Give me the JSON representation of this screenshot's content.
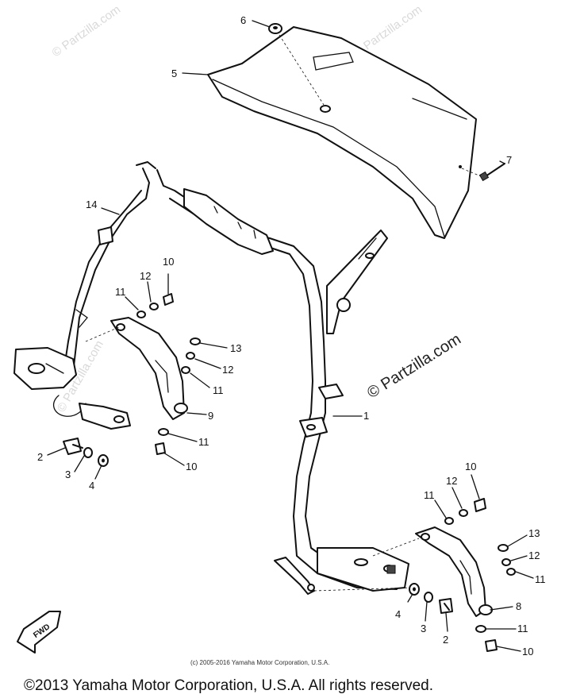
{
  "callouts": [
    "1",
    "2",
    "3",
    "4",
    "5",
    "6",
    "7",
    "8",
    "9",
    "10",
    "11",
    "12",
    "13",
    "14"
  ],
  "labels": {
    "p1": "1",
    "p2a": "2",
    "p3a": "3",
    "p4a": "4",
    "p2b": "2",
    "p3b": "3",
    "p4b": "4",
    "p5": "5",
    "p6": "6",
    "p7": "7",
    "p8": "8",
    "p9": "9",
    "p10a": "10",
    "p11a": "11",
    "p12a": "12",
    "p13b": "13",
    "p12b": "12",
    "p11b": "11",
    "p11c": "11",
    "p10c": "10",
    "p10d": "10",
    "p12d": "12",
    "p11d": "11",
    "p13e": "13",
    "p12e": "12",
    "p11e": "11",
    "p11f": "11",
    "p10f": "10",
    "p14": "14"
  },
  "fwd_label": "FWD",
  "watermark_main": "© Partzilla.com",
  "watermark_faint": "© Partzilla.com",
  "copyright_small": "(c) 2005-2016 Yamaha Motor Corporation, U.S.A.",
  "copyright_main": "©2013 Yamaha Motor Corporation, U.S.A. All rights reserved."
}
